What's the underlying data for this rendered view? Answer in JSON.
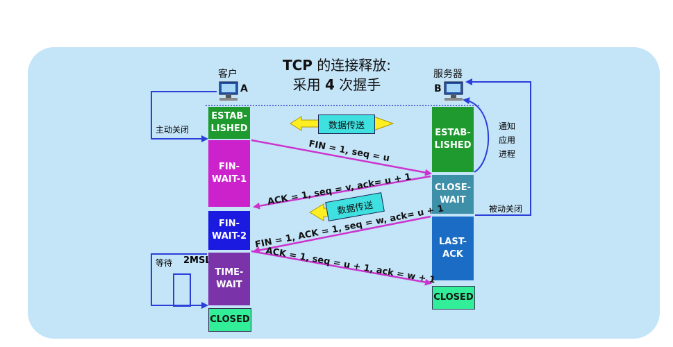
{
  "title": {
    "line1": "TCP 的连接释放:",
    "line2": "采用 4 次握手"
  },
  "hosts": {
    "client_label": "客户",
    "client_letter": "A",
    "server_label": "服务器",
    "server_letter": "B"
  },
  "side_labels": {
    "active_close": "主动关闭",
    "notify": "通知\n应用\n进程",
    "passive_close": "被动关闭",
    "wait": "等待",
    "wait_time": "2MSL"
  },
  "client_states": [
    "ESTAB-\nLISHED",
    "FIN-\nWAIT-1",
    "FIN-\nWAIT-2",
    "TIME-\nWAIT",
    "CLOSED"
  ],
  "server_states": [
    "ESTAB-\nLISHED",
    "CLOSE-\nWAIT",
    "LAST-\nACK",
    "CLOSED"
  ],
  "data_tags": [
    "数据传送",
    "数据传送"
  ],
  "messages": [
    "FIN = 1, seq = u",
    "ACK = 1, seq = v, ack= u + 1",
    "FIN = 1, ACK = 1, seq = w, ack= u + 1",
    "ACK = 1, seq = u + 1, ack = w + 1"
  ],
  "colors": {
    "panel": "#c4e4f8",
    "established": "#1e9a2e",
    "fin_wait_1": "#cc22cc",
    "fin_wait_2": "#1a1ae0",
    "time_wait": "#7a33a8",
    "close_wait": "#3e8fa8",
    "last_ack": "#1a6cc4",
    "closed": "#33ee99",
    "arrow": "#cc33cc",
    "line": "#2a3ed8"
  }
}
